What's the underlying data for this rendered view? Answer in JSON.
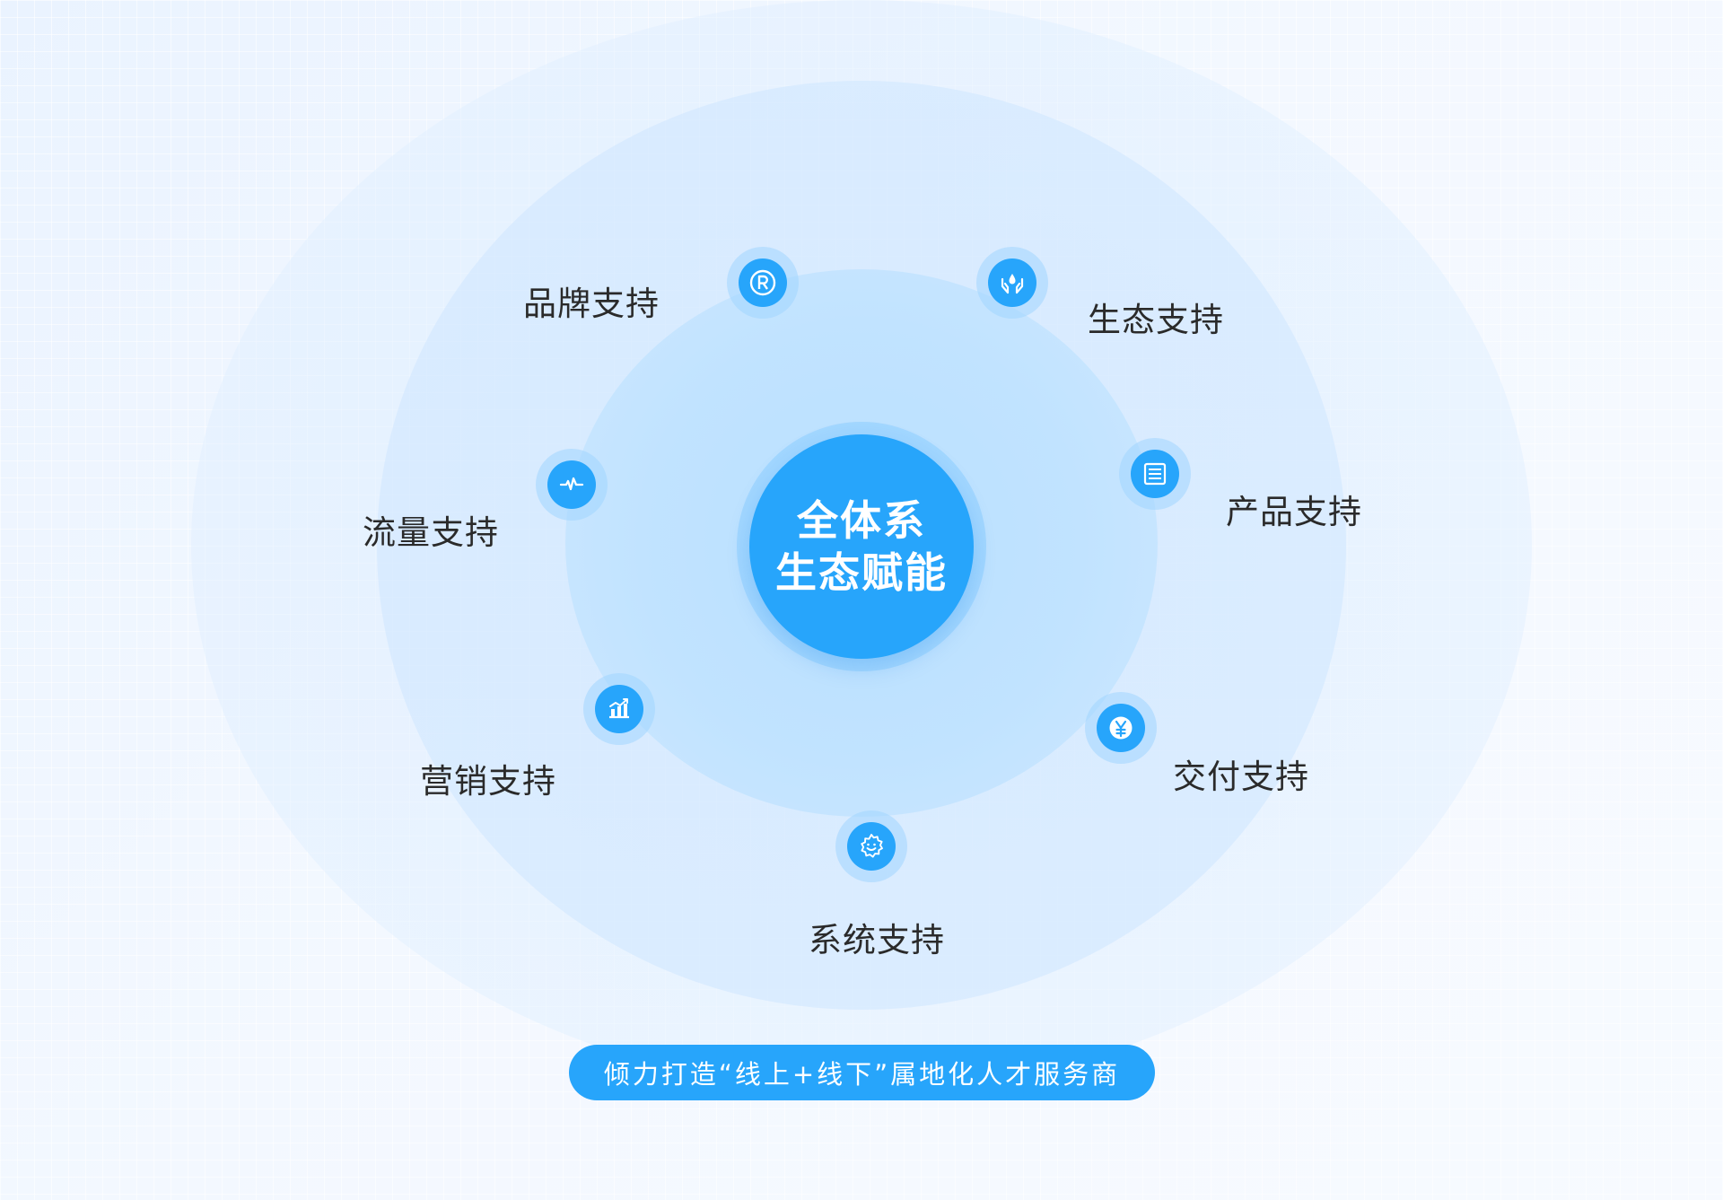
{
  "center": {
    "line1": "全体系",
    "line2": "生态赋能"
  },
  "nodes": [
    {
      "label": "品牌支持",
      "icon": "registered-trademark-icon"
    },
    {
      "label": "生态支持",
      "icon": "hands-water-drop-icon"
    },
    {
      "label": "产品支持",
      "icon": "document-list-icon"
    },
    {
      "label": "流量支持",
      "icon": "pulse-wave-icon"
    },
    {
      "label": "营销支持",
      "icon": "growth-chart-icon"
    },
    {
      "label": "交付支持",
      "icon": "yen-coin-icon"
    },
    {
      "label": "系统支持",
      "icon": "smile-gear-icon"
    }
  ],
  "tagline": "倾力打造“线上+线下”属地化人才服务商",
  "colors": {
    "accent": "#27a5fb",
    "background": "#eef5ff",
    "text": "#2a2a2a"
  }
}
